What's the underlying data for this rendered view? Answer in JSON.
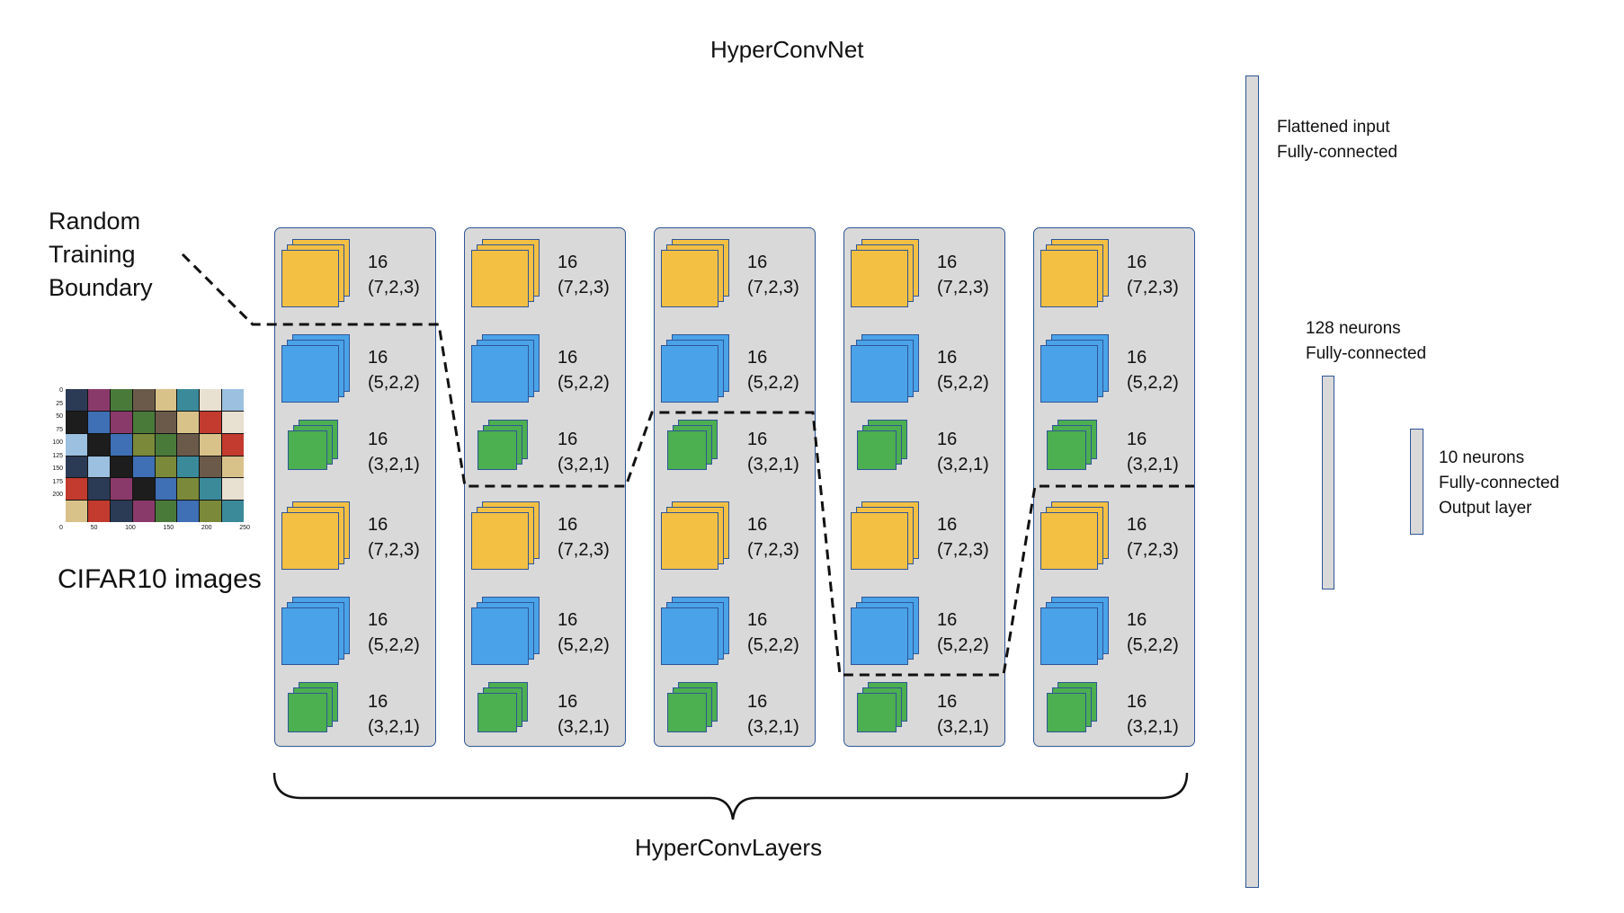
{
  "title": "HyperConvNet",
  "boundary_label": [
    "Random",
    "Training",
    "Boundary"
  ],
  "cifar": {
    "label": "CIFAR10 images",
    "y_ticks": [
      "0",
      "25",
      "50",
      "75",
      "100",
      "125",
      "150",
      "175",
      "200"
    ],
    "x_ticks": [
      "0",
      "50",
      "100",
      "150",
      "200",
      "250"
    ]
  },
  "layers": [
    {
      "filters": "16",
      "kernel": "(7,2,3)",
      "color": "#f4c043"
    },
    {
      "filters": "16",
      "kernel": "(5,2,2)",
      "color": "#4aa3e8"
    },
    {
      "filters": "16",
      "kernel": "(3,2,1)",
      "color": "#4caf50"
    },
    {
      "filters": "16",
      "kernel": "(7,2,3)",
      "color": "#f4c043"
    },
    {
      "filters": "16",
      "kernel": "(5,2,2)",
      "color": "#4aa3e8"
    },
    {
      "filters": "16",
      "kernel": "(3,2,1)",
      "color": "#4caf50"
    }
  ],
  "column_count": 5,
  "brace_label": "HyperConvLayers",
  "fc_layers": [
    {
      "lines": [
        "Flattened input",
        "Fully-connected"
      ]
    },
    {
      "lines": [
        "128 neurons",
        "Fully-connected"
      ]
    },
    {
      "lines": [
        "10 neurons",
        "Fully-connected",
        "Output layer"
      ]
    }
  ]
}
